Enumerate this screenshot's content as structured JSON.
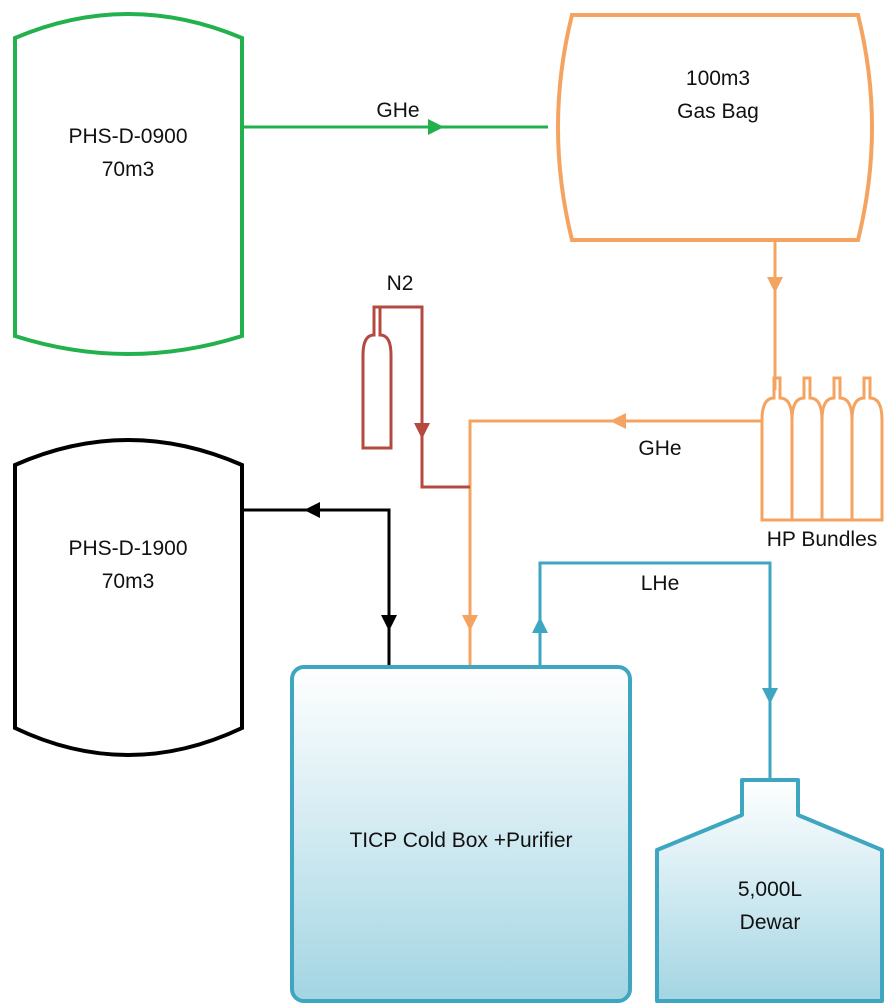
{
  "tanks": {
    "phs_0900": {
      "name": "PHS-D-0900",
      "volume": "70m3",
      "color": "#22b14c"
    },
    "gas_bag": {
      "line1": "100m3",
      "line2": "Gas Bag",
      "color": "#f4a460"
    },
    "phs_1900": {
      "name": "PHS-D-1900",
      "volume": "70m3",
      "color": "#000000"
    },
    "cold_box": {
      "label": "TICP Cold Box +Purifier",
      "border": "#3ea6c1"
    },
    "dewar": {
      "line1": "5,000L",
      "line2": "Dewar",
      "border": "#3ea6c1"
    }
  },
  "flows": {
    "ghe_top": "GHe",
    "ghe_mid": "GHe",
    "n2": "N2",
    "lhe": "LHe"
  },
  "bundles": {
    "label": "HP Bundles",
    "color": "#f4a460"
  },
  "colors": {
    "green": "#22b14c",
    "orange": "#f4a460",
    "red": "#b5483f",
    "black": "#000000",
    "blue": "#3ea6c1"
  }
}
